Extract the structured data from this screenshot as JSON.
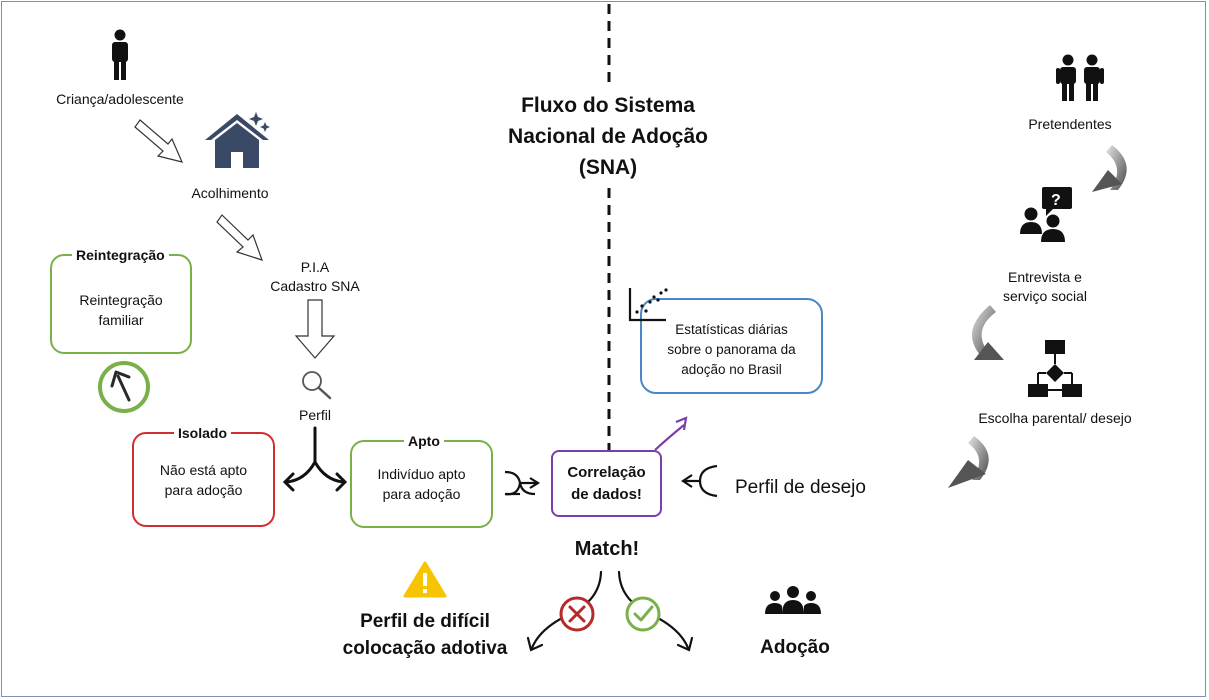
{
  "title_lines": [
    "Fluxo do Sistema",
    "Nacional de Adoção",
    "(SNA)"
  ],
  "left_flow": {
    "child_label": "Criança/adolescente",
    "shelter_label": "Acolhimento",
    "pia_label": "P.I.A",
    "cadastro_label": "Cadastro SNA",
    "profile_label": "Perfil"
  },
  "boxes": {
    "reintegracao": {
      "header": "Reintegração",
      "text_lines": [
        "Reintegração",
        "familiar"
      ]
    },
    "isolado": {
      "header": "Isolado",
      "text_lines": [
        "Não está apto",
        "para adoção"
      ]
    },
    "apto": {
      "header": "Apto",
      "text_lines": [
        "Indivíduo apto",
        "para adoção"
      ]
    },
    "correlacao": {
      "text_lines": [
        "Correlação",
        "de dados!"
      ]
    },
    "estatisticas": {
      "text_lines": [
        "Estatísticas diárias",
        "sobre o panorama da",
        "adoção no Brasil"
      ]
    }
  },
  "perfil_desejo": "Perfil de desejo",
  "match": "Match!",
  "outcomes": {
    "negative_lines": [
      "Perfil de difícil",
      "colocação adotiva"
    ],
    "positive": "Adoção"
  },
  "right_flow": {
    "applicants_label": "Pretendentes",
    "interview_lines": [
      "Entrevista e",
      "serviço social"
    ],
    "choice_label": "Escolha parental/ desejo"
  },
  "colors": {
    "green": "#7ab04a",
    "red": "#d12f2f",
    "purple": "#7b3fa8",
    "blue": "#4a86c8",
    "warning": "#f6c400",
    "house": "#3a4a66",
    "frame": "#7a93b5"
  },
  "icons": [
    "person-icon",
    "house-icon",
    "couple-icon",
    "interview-icon",
    "flowchart-icon",
    "magnifier-icon",
    "up-arrow-circle-icon",
    "scatter-chart-icon",
    "warning-icon",
    "x-circle-icon",
    "check-circle-icon",
    "group-icon"
  ]
}
